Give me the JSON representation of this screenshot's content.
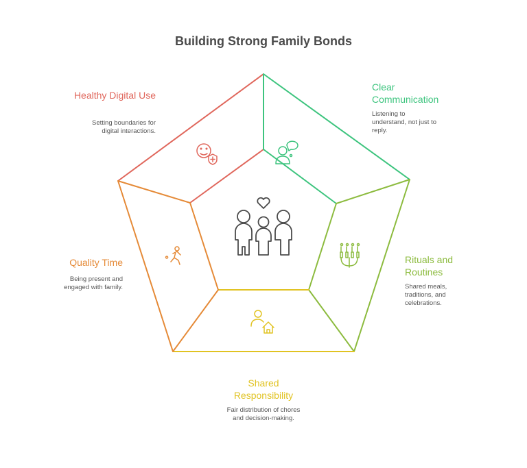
{
  "title": "Building Strong Family Bonds",
  "center_icon": "family-heart-icon",
  "sections": [
    {
      "label": "Healthy Digital Use",
      "description": "Setting boundaries for digital interactions.",
      "icon": "baby-shield-icon",
      "color": "#e0675c"
    },
    {
      "label": "Clear Communication",
      "description": "Listening to understand, not just to reply.",
      "icon": "person-speech-bubble-icon",
      "color": "#3dc47e"
    },
    {
      "label": "Rituals and Routines",
      "description": "Shared meals, traditions, and celebrations.",
      "icon": "menorah-icon",
      "color": "#8cbb3e"
    },
    {
      "label": "Shared Responsibility",
      "description": "Fair distribution of chores and decision-making.",
      "icon": "person-house-icon",
      "color": "#e1c322"
    },
    {
      "label": "Quality Time",
      "description": "Being present and engaged with family.",
      "icon": "running-person-icon",
      "color": "#e58a37"
    }
  ]
}
